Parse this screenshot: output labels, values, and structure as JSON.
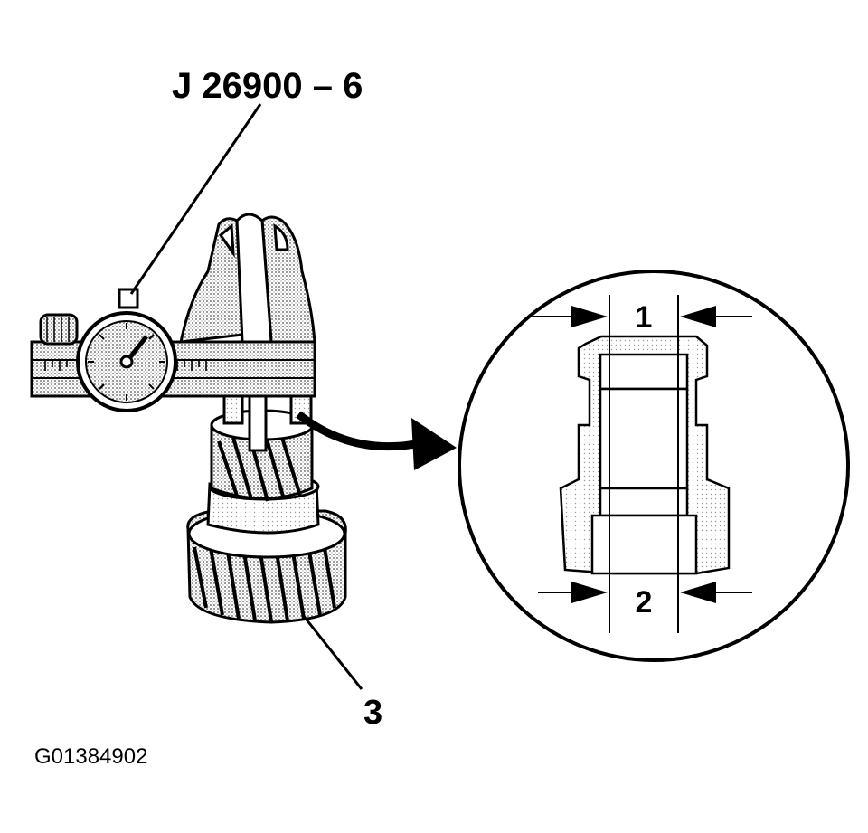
{
  "labels": {
    "tool": "J 26900 – 6",
    "dim_1": "1",
    "dim_2": "2",
    "part_3": "3",
    "figure_id": "G01384902"
  }
}
